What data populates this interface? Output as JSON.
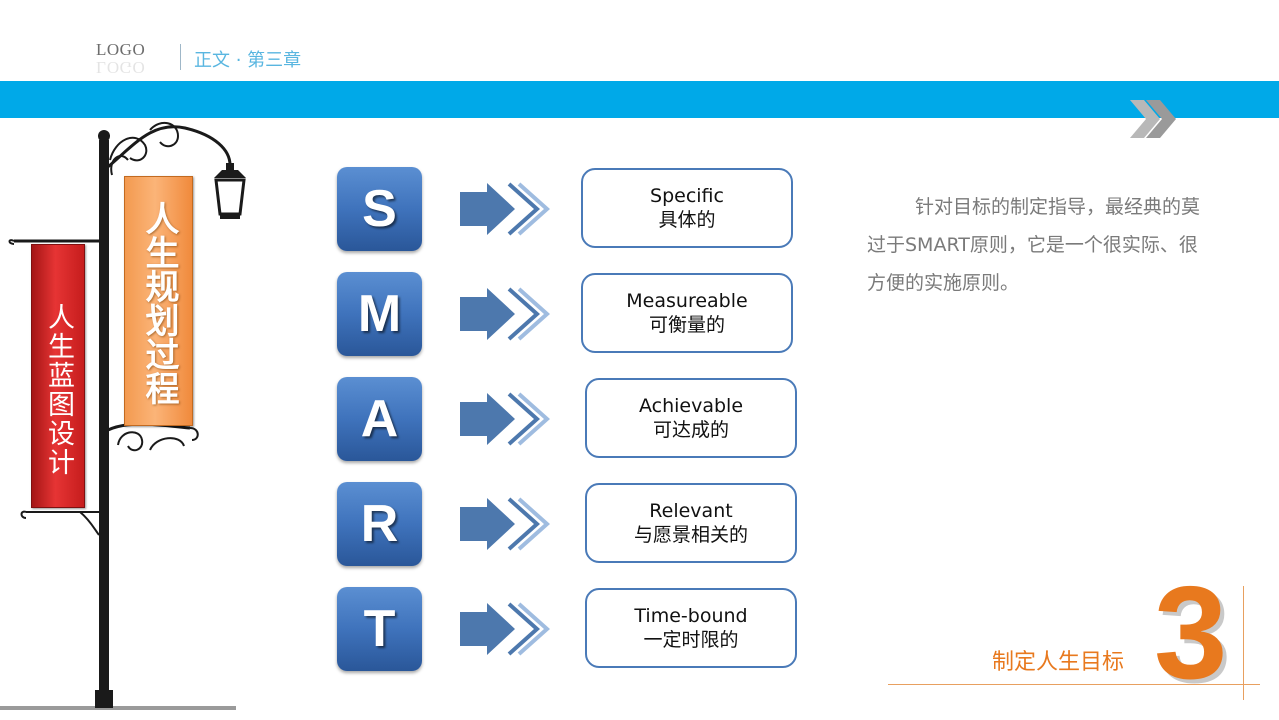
{
  "header": {
    "logo": "LOGO",
    "section_title": "正文 · 第三章"
  },
  "colors": {
    "accent_blue": "#00a9e8",
    "tile_blue": "#3f73bc",
    "orange": "#e8791e",
    "red_banner": "#e63434",
    "orange_banner": "#fbb478"
  },
  "banners": {
    "red": "人生蓝图设计",
    "orange": "人生规划过程"
  },
  "smart": [
    {
      "letter": "S",
      "en": "Specific",
      "cn": "具体的"
    },
    {
      "letter": "M",
      "en": "Measureable",
      "cn": "可衡量的"
    },
    {
      "letter": "A",
      "en": "Achievable",
      "cn": "可达成的"
    },
    {
      "letter": "R",
      "en": "Relevant",
      "cn": "与愿景相关的"
    },
    {
      "letter": "T",
      "en": "Time-bound",
      "cn": "一定时限的"
    }
  ],
  "description": "针对目标的制定指导，最经典的莫过于SMART原则，它是一个很实际、很方便的实施原则。",
  "footer": {
    "label": "制定人生目标",
    "number": "3"
  },
  "icons": {
    "double_chevron": "chevron-double-right-icon",
    "arrow": "arrow-right-icon",
    "lamp_post": "lamp-post-icon"
  }
}
